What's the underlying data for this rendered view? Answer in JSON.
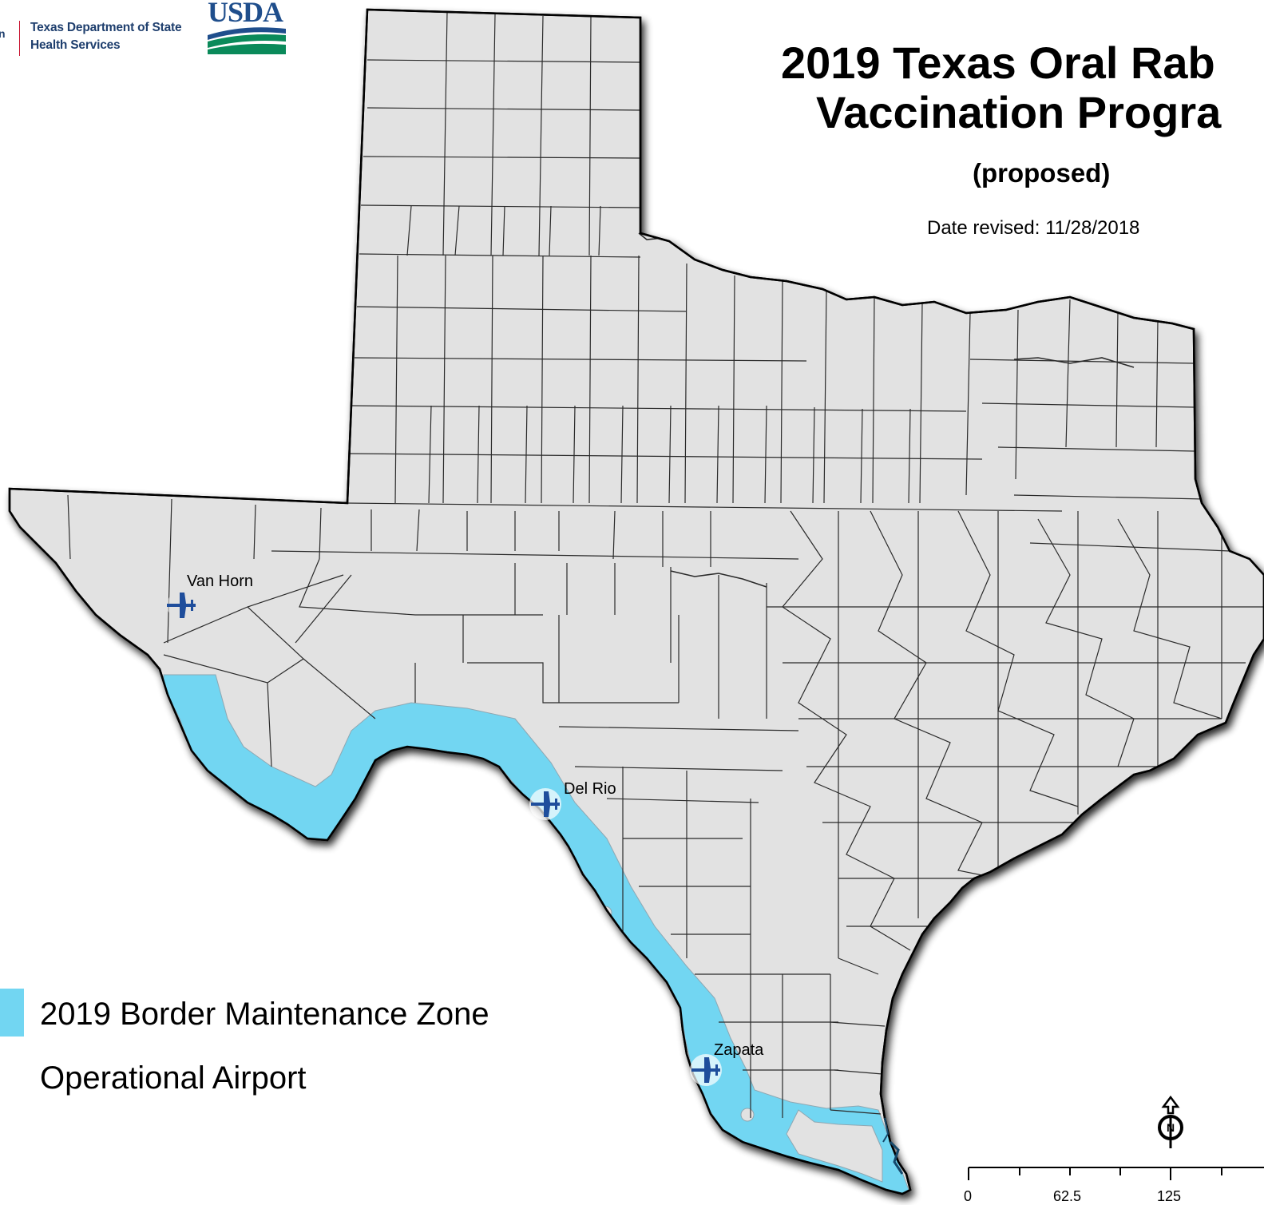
{
  "header": {
    "dshs_logo_cut_text": "n",
    "dshs_logo_line1": "Texas Department of State",
    "dshs_logo_line2": "Health Services",
    "usda_logo_text": "USDA"
  },
  "title": {
    "line1": "2019 Texas Oral Rab",
    "line2": "Vaccination Progra",
    "subtitle": "(proposed)",
    "date_revised": "Date revised: 11/28/2018"
  },
  "legend": {
    "zone_label": "2019 Border Maintenance Zone",
    "zone_color": "#72d6f2",
    "airport_label": "Operational Airport"
  },
  "airports": [
    {
      "name": "Van Horn",
      "icon": "airplane-icon"
    },
    {
      "name": "Del Rio",
      "icon": "airplane-icon"
    },
    {
      "name": "Zapata",
      "icon": "airplane-icon"
    }
  ],
  "colors": {
    "state_fill": "#e2e2e2",
    "county_line": "#222222",
    "zone_fill": "#72d6f2",
    "airport_icon": "#1f4e9c",
    "background": "#ffffff"
  },
  "scale_bar": {
    "labels": [
      "0",
      "62.5",
      "125"
    ]
  },
  "north_arrow": {
    "icon": "north-arrow-icon",
    "letter": "N"
  }
}
